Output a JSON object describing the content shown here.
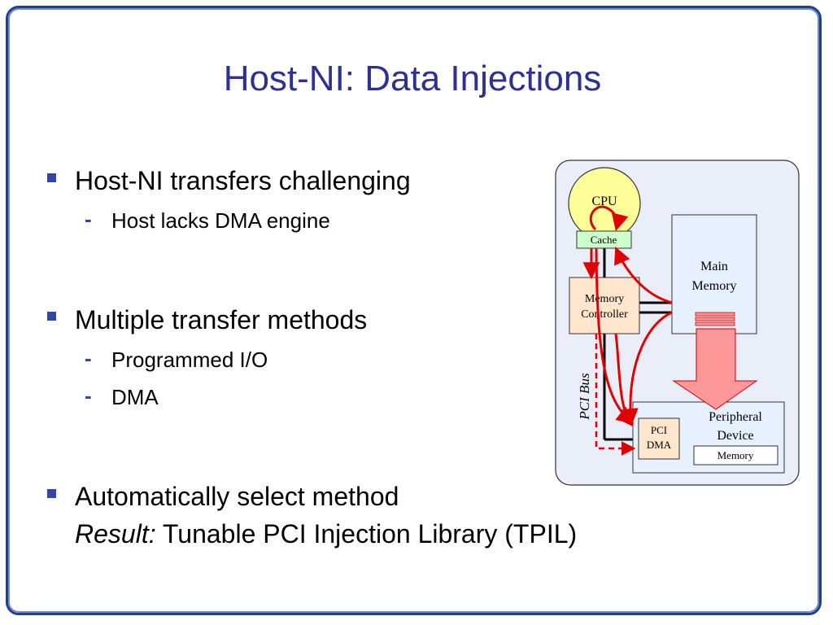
{
  "slide": {
    "title": "Host-NI: Data Injections",
    "bullets": [
      {
        "text": "Host-NI transfers challenging",
        "sub": [
          "Host lacks DMA engine"
        ]
      },
      {
        "text": "Multiple transfer methods",
        "sub": [
          "Programmed I/O",
          "DMA"
        ]
      },
      {
        "text": "Automatically select method",
        "result_label": "Result:",
        "result_text": " Tunable PCI Injection Library (TPIL)"
      }
    ]
  },
  "diagram": {
    "cpu": "CPU",
    "cache": "Cache",
    "memory_controller": [
      "Memory",
      "Controller"
    ],
    "main_memory": [
      "Main",
      "Memory"
    ],
    "pci_bus": "PCI Bus",
    "pci_dma": [
      "PCI",
      "DMA"
    ],
    "peripheral_device": [
      "Peripheral",
      "Device"
    ],
    "peripheral_memory": "Memory",
    "colors": {
      "title": "#2e3192",
      "bullet_marker": "#3346a6",
      "cpu_fill": "#ffff99",
      "cache_fill": "#ccffcc",
      "controller_fill": "#ffe6cc",
      "memory_fill": "#e6f0ff",
      "arrow_red": "#e00000",
      "big_arrow_fill": "#ff9999"
    }
  }
}
